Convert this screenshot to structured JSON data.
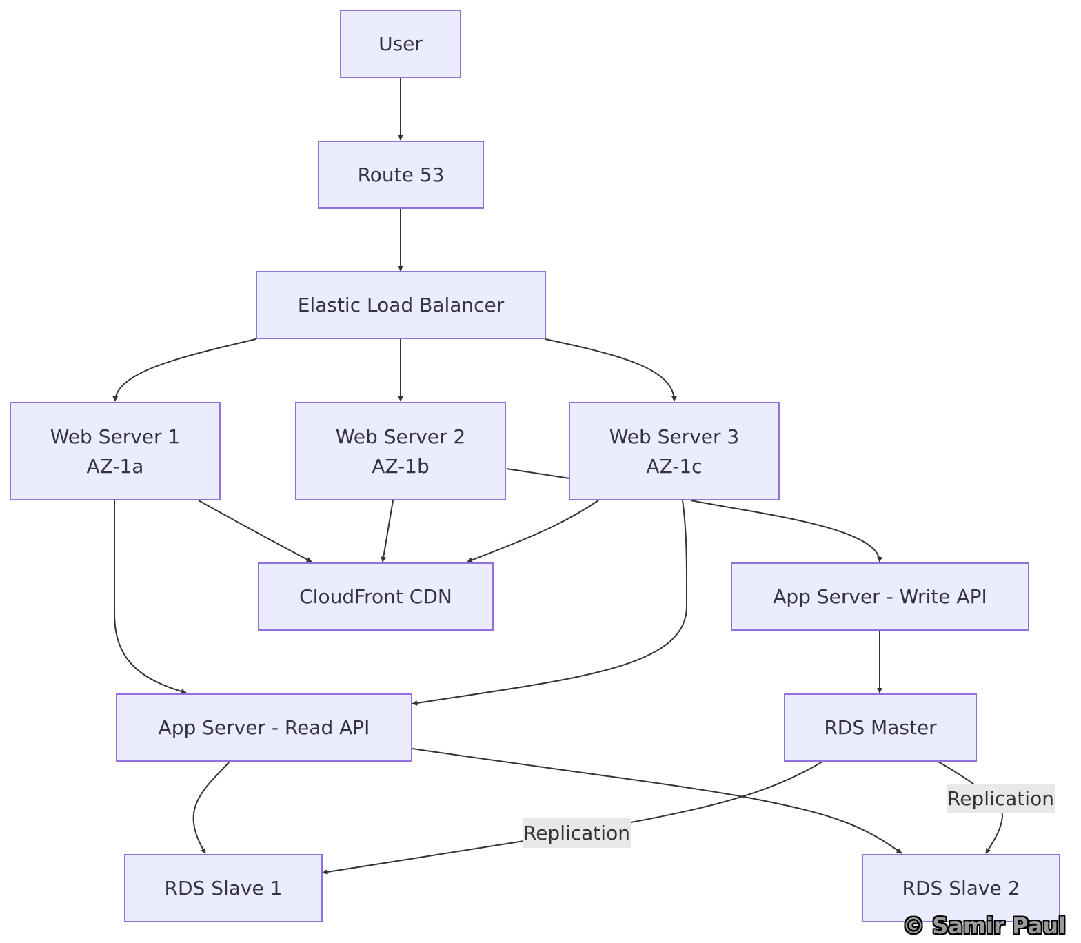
{
  "diagram": {
    "nodes": {
      "user": {
        "label": "User"
      },
      "route53": {
        "label": "Route 53"
      },
      "elb": {
        "label": "Elastic Load Balancer"
      },
      "web1": {
        "line1": "Web Server 1",
        "line2": "AZ-1a"
      },
      "web2": {
        "line1": "Web Server 2",
        "line2": "AZ-1b"
      },
      "web3": {
        "line1": "Web Server 3",
        "line2": "AZ-1c"
      },
      "cdn": {
        "label": "CloudFront CDN"
      },
      "write_api": {
        "label": "App Server - Write API"
      },
      "read_api": {
        "label": "App Server - Read API"
      },
      "rds_master": {
        "label": "RDS Master"
      },
      "rds_slave1": {
        "label": "RDS Slave 1"
      },
      "rds_slave2": {
        "label": "RDS Slave 2"
      }
    },
    "edges": [
      {
        "from": "User",
        "to": "Route 53"
      },
      {
        "from": "Route 53",
        "to": "Elastic Load Balancer"
      },
      {
        "from": "Elastic Load Balancer",
        "to": "Web Server 1"
      },
      {
        "from": "Elastic Load Balancer",
        "to": "Web Server 2"
      },
      {
        "from": "Elastic Load Balancer",
        "to": "Web Server 3"
      },
      {
        "from": "Web Server 1",
        "to": "CloudFront CDN"
      },
      {
        "from": "Web Server 2",
        "to": "CloudFront CDN"
      },
      {
        "from": "Web Server 3",
        "to": "CloudFront CDN"
      },
      {
        "from": "Web Server 1",
        "to": "App Server - Read API"
      },
      {
        "from": "Web Server 3",
        "to": "App Server - Read API"
      },
      {
        "from": "Web Server 2",
        "to": "App Server - Write API"
      },
      {
        "from": "App Server - Write API",
        "to": "RDS Master"
      },
      {
        "from": "App Server - Read API",
        "to": "RDS Slave 1"
      },
      {
        "from": "App Server - Read API",
        "to": "RDS Slave 2"
      },
      {
        "from": "RDS Master",
        "to": "RDS Slave 1",
        "label": "Replication"
      },
      {
        "from": "RDS Master",
        "to": "RDS Slave 2",
        "label": "Replication"
      }
    ],
    "edge_labels": {
      "replication_1": "Replication",
      "replication_2": "Replication"
    },
    "colors": {
      "node_fill": "#ECECFF",
      "node_border": "#9370DB",
      "edge": "#333333",
      "label_bg": "#e8e8e8"
    }
  },
  "watermark": "© Samir Paul"
}
